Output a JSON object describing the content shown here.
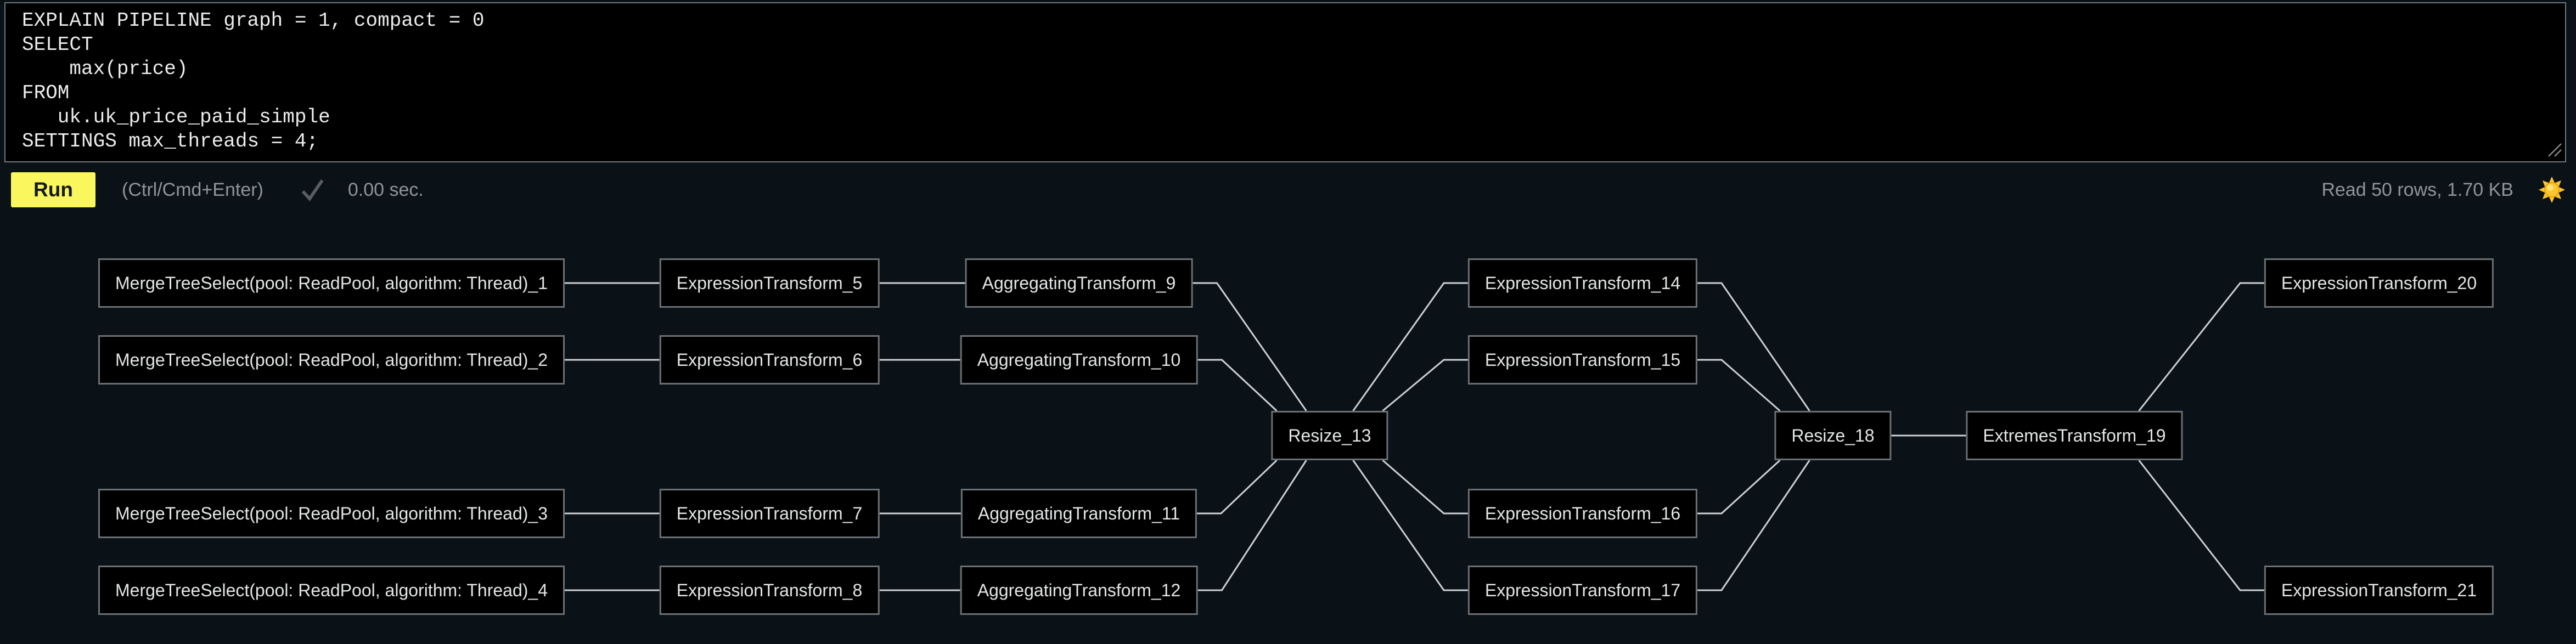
{
  "editor": {
    "code_lines": [
      "EXPLAIN PIPELINE graph = 1, compact = 0",
      "SELECT",
      "    max(price)",
      "FROM",
      "   uk.uk_price_paid_simple",
      "SETTINGS max_threads = 4;"
    ]
  },
  "toolbar": {
    "run_label": "Run",
    "shortcut_hint": "(Ctrl/Cmd+Enter)",
    "check_icon": "checkmark",
    "elapsed": "0.00 sec.",
    "stats": "Read 50 rows, 1.70 KB",
    "theme_icon": "sun"
  },
  "colors": {
    "page_bg": "#0a1218",
    "editor_bg": "#000000",
    "editor_border": "#72777c",
    "node_bg": "#000000",
    "node_border": "#6b7074",
    "node_text": "#e3e5e6",
    "edge_line": "#ccd1d4",
    "muted_text": "#8f9499",
    "check_icon": "#595d60",
    "run_button_bg": "#faf75e",
    "run_button_text": "#16191c",
    "sun_icon": "#fdc62e"
  },
  "pipeline": {
    "nodes": [
      {
        "id": "n1",
        "label": "MergeTreeSelect(pool: ReadPool, algorithm: Thread)_1",
        "type": "source",
        "col": "mts",
        "row": "A"
      },
      {
        "id": "n2",
        "label": "MergeTreeSelect(pool: ReadPool, algorithm: Thread)_2",
        "type": "source",
        "col": "mts",
        "row": "B"
      },
      {
        "id": "n3",
        "label": "MergeTreeSelect(pool: ReadPool, algorithm: Thread)_3",
        "type": "source",
        "col": "mts",
        "row": "D"
      },
      {
        "id": "n4",
        "label": "MergeTreeSelect(pool: ReadPool, algorithm: Thread)_4",
        "type": "source",
        "col": "mts",
        "row": "E"
      },
      {
        "id": "n5",
        "label": "ExpressionTransform_5",
        "type": "transform",
        "col": "et1",
        "row": "A"
      },
      {
        "id": "n6",
        "label": "ExpressionTransform_6",
        "type": "transform",
        "col": "et1",
        "row": "B"
      },
      {
        "id": "n7",
        "label": "ExpressionTransform_7",
        "type": "transform",
        "col": "et1",
        "row": "D"
      },
      {
        "id": "n8",
        "label": "ExpressionTransform_8",
        "type": "transform",
        "col": "et1",
        "row": "E"
      },
      {
        "id": "n9",
        "label": "AggregatingTransform_9",
        "type": "transform",
        "col": "agg",
        "row": "A"
      },
      {
        "id": "n10",
        "label": "AggregatingTransform_10",
        "type": "transform",
        "col": "agg",
        "row": "B"
      },
      {
        "id": "n11",
        "label": "AggregatingTransform_11",
        "type": "transform",
        "col": "agg",
        "row": "D"
      },
      {
        "id": "n12",
        "label": "AggregatingTransform_12",
        "type": "transform",
        "col": "agg",
        "row": "E"
      },
      {
        "id": "n13",
        "label": "Resize_13",
        "type": "resize",
        "col": "r13",
        "row": "C"
      },
      {
        "id": "n14",
        "label": "ExpressionTransform_14",
        "type": "transform",
        "col": "et2",
        "row": "A"
      },
      {
        "id": "n15",
        "label": "ExpressionTransform_15",
        "type": "transform",
        "col": "et2",
        "row": "B"
      },
      {
        "id": "n16",
        "label": "ExpressionTransform_16",
        "type": "transform",
        "col": "et2",
        "row": "D"
      },
      {
        "id": "n17",
        "label": "ExpressionTransform_17",
        "type": "transform",
        "col": "et2",
        "row": "E"
      },
      {
        "id": "n18",
        "label": "Resize_18",
        "type": "resize",
        "col": "r18",
        "row": "C"
      },
      {
        "id": "n19",
        "label": "ExtremesTransform_19",
        "type": "extremes",
        "col": "ext",
        "row": "C"
      },
      {
        "id": "n20",
        "label": "ExpressionTransform_20",
        "type": "transform",
        "col": "et3",
        "row": "A"
      },
      {
        "id": "n21",
        "label": "ExpressionTransform_21",
        "type": "transform",
        "col": "et3",
        "row": "E"
      }
    ],
    "edges": [
      [
        "n1",
        "n5"
      ],
      [
        "n2",
        "n6"
      ],
      [
        "n3",
        "n7"
      ],
      [
        "n4",
        "n8"
      ],
      [
        "n5",
        "n9"
      ],
      [
        "n6",
        "n10"
      ],
      [
        "n7",
        "n11"
      ],
      [
        "n8",
        "n12"
      ],
      [
        "n9",
        "n13"
      ],
      [
        "n10",
        "n13"
      ],
      [
        "n11",
        "n13"
      ],
      [
        "n12",
        "n13"
      ],
      [
        "n13",
        "n14"
      ],
      [
        "n13",
        "n15"
      ],
      [
        "n13",
        "n16"
      ],
      [
        "n13",
        "n17"
      ],
      [
        "n14",
        "n18"
      ],
      [
        "n15",
        "n18"
      ],
      [
        "n16",
        "n18"
      ],
      [
        "n17",
        "n18"
      ],
      [
        "n18",
        "n19"
      ],
      [
        "n19",
        "n20"
      ],
      [
        "n19",
        "n21"
      ]
    ]
  }
}
